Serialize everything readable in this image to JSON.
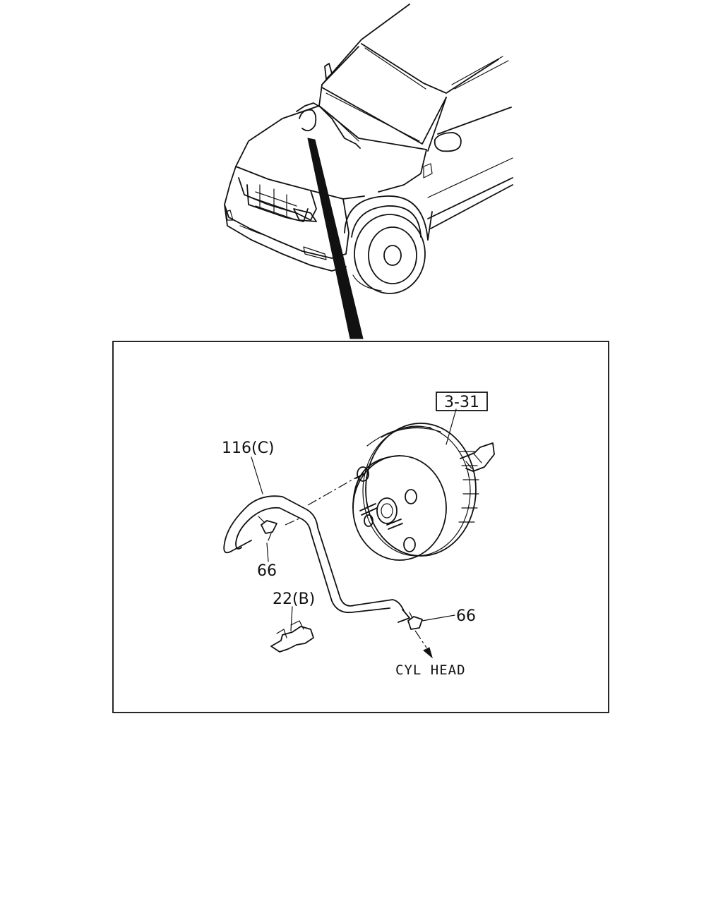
{
  "diagram": {
    "callouts": {
      "ref_box": "3-31",
      "hose": "116(C)",
      "clip_left": "66",
      "clip_right": "66",
      "bracket": "22(B)",
      "destination": "CYL HEAD"
    }
  }
}
